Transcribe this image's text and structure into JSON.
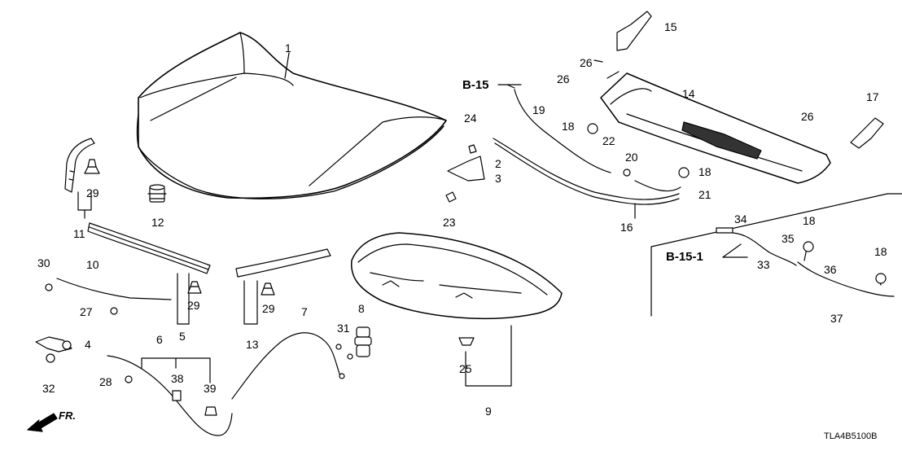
{
  "diagram": {
    "drawing_code": "TLA4B5100B",
    "front_marker": "FR.",
    "refs": {
      "b15": "B-15",
      "b151": "B-15-1"
    },
    "callouts": {
      "n1": "1",
      "n2": "2",
      "n3": "3",
      "n4": "4",
      "n5": "5",
      "n6": "6",
      "n7": "7",
      "n8": "8",
      "n9": "9",
      "n10": "10",
      "n11": "11",
      "n12": "12",
      "n13": "13",
      "n14": "14",
      "n15": "15",
      "n16": "16",
      "n17": "17",
      "n18a": "18",
      "n18b": "18",
      "n18c": "18",
      "n18d": "18",
      "n19": "19",
      "n20": "20",
      "n21": "21",
      "n22": "22",
      "n23": "23",
      "n24": "24",
      "n25": "25",
      "n26a": "26",
      "n26b": "26",
      "n26c": "26",
      "n27": "27",
      "n28": "28",
      "n29a": "29",
      "n29b": "29",
      "n29c": "29",
      "n30": "30",
      "n31": "31",
      "n32": "32",
      "n33": "33",
      "n34": "34",
      "n35": "35",
      "n36": "36",
      "n37": "37",
      "n38": "38",
      "n39": "39"
    }
  }
}
